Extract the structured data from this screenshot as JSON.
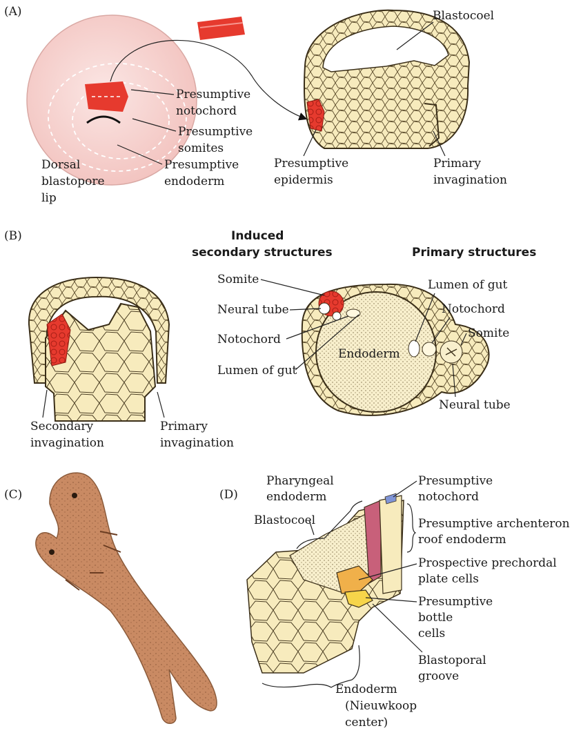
{
  "panels": {
    "a": "(A)",
    "b": "(B)",
    "c": "(C)",
    "d": "(D)"
  },
  "panel_a": {
    "blastocoel": "Blastocoel",
    "presumptive_notochord": [
      "Presumptive",
      "notochord"
    ],
    "presumptive_somites": [
      "Presumptive",
      "somites"
    ],
    "presumptive_endoderm": [
      "Presumptive",
      "endoderm"
    ],
    "dorsal_blastopore_lip": [
      "Dorsal",
      "blastopore",
      "lip"
    ],
    "presumptive_epidermis": [
      "Presumptive",
      "epidermis"
    ],
    "primary_invagination": [
      "Primary",
      "invagination"
    ]
  },
  "panel_b": {
    "induced_header": [
      "Induced",
      "secondary structures"
    ],
    "primary_header": "Primary structures",
    "secondary_invagination": [
      "Secondary",
      "invagination"
    ],
    "primary_invagination": [
      "Primary",
      "invagination"
    ],
    "somite_left": "Somite",
    "neural_tube_left": "Neural tube",
    "notochord_left": "Notochord",
    "lumen_left": "Lumen of gut",
    "endoderm": "Endoderm",
    "lumen_right": "Lumen of gut",
    "notochord_right": "Notochord",
    "somite_right": "Somite",
    "neural_tube_right": "Neural tube"
  },
  "panel_d": {
    "pharyngeal_endoderm": [
      "Pharyngeal",
      "endoderm"
    ],
    "blastocoel": "Blastocoel",
    "presumptive_notochord": [
      "Presumptive",
      "notochord"
    ],
    "archenteron_roof": [
      "Presumptive archenteron",
      "roof endoderm"
    ],
    "prechordal_plate": [
      "Prospective prechordal",
      "plate cells"
    ],
    "bottle_cells": [
      "Presumptive",
      "bottle",
      "cells"
    ],
    "blastoporal_groove": [
      "Blastoporal",
      "groove"
    ],
    "endoderm_nieuwkoop": [
      "Endoderm",
      "(Nieuwkoop",
      "center)"
    ]
  },
  "colors": {
    "tissue": "#f7ebbd",
    "graft_red": "#e63a2e",
    "embryo_pink": "#f6d3d0",
    "tadpole": "#c98a63",
    "notochord_pink": "#c8607a",
    "prechordal_orange": "#f0b04a",
    "bottle_yellow": "#f7d54a"
  }
}
